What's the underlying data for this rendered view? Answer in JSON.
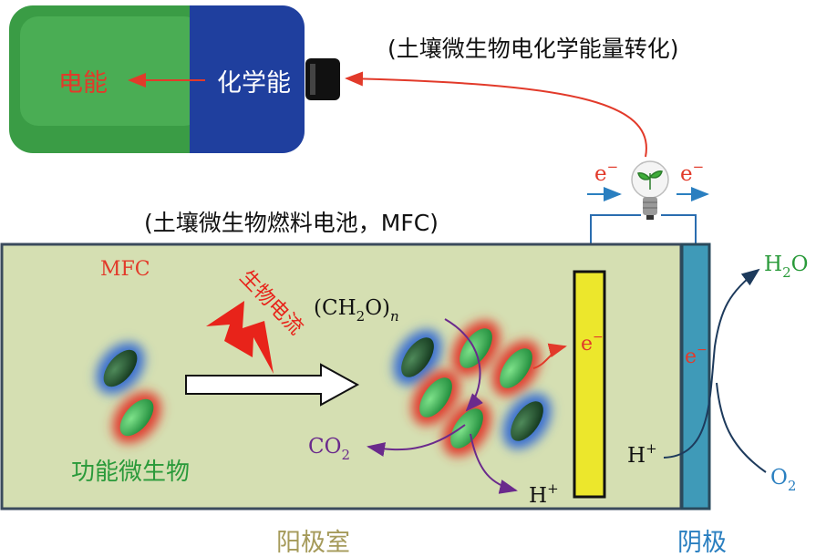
{
  "battery": {
    "left_label": "电能",
    "right_label": "化学能",
    "left_color": "#3fa84a",
    "right_color": "#1f3f9e"
  },
  "captions": {
    "top": "(土壤微生物电化学能量转化)",
    "mfc_full": "(土壤微生物燃料电池，MFC)"
  },
  "chamber": {
    "tag": "MFC",
    "bg_color": "#d5dfb2",
    "anode_room": "阳极室",
    "cathode": "阴极"
  },
  "labels": {
    "current": "生物电流",
    "microbes": "功能微生物",
    "substrate_main": "(CH",
    "substrate_sub1": "2",
    "substrate_o": "O)",
    "substrate_n": "n",
    "co2_main": "CO",
    "co2_sub": "2",
    "h_plus_main": "H",
    "h_plus_sup": "+",
    "h2o_h": "H",
    "h2o_sub": "2",
    "h2o_o": "O",
    "o2_main": "O",
    "o2_sub": "2",
    "electron_main": "e",
    "electron_sup": "−"
  },
  "icons": [
    "battery-icon",
    "lightbulb-plant-icon",
    "lightning-icon",
    "arrow-right-icon",
    "microbe-icon"
  ]
}
